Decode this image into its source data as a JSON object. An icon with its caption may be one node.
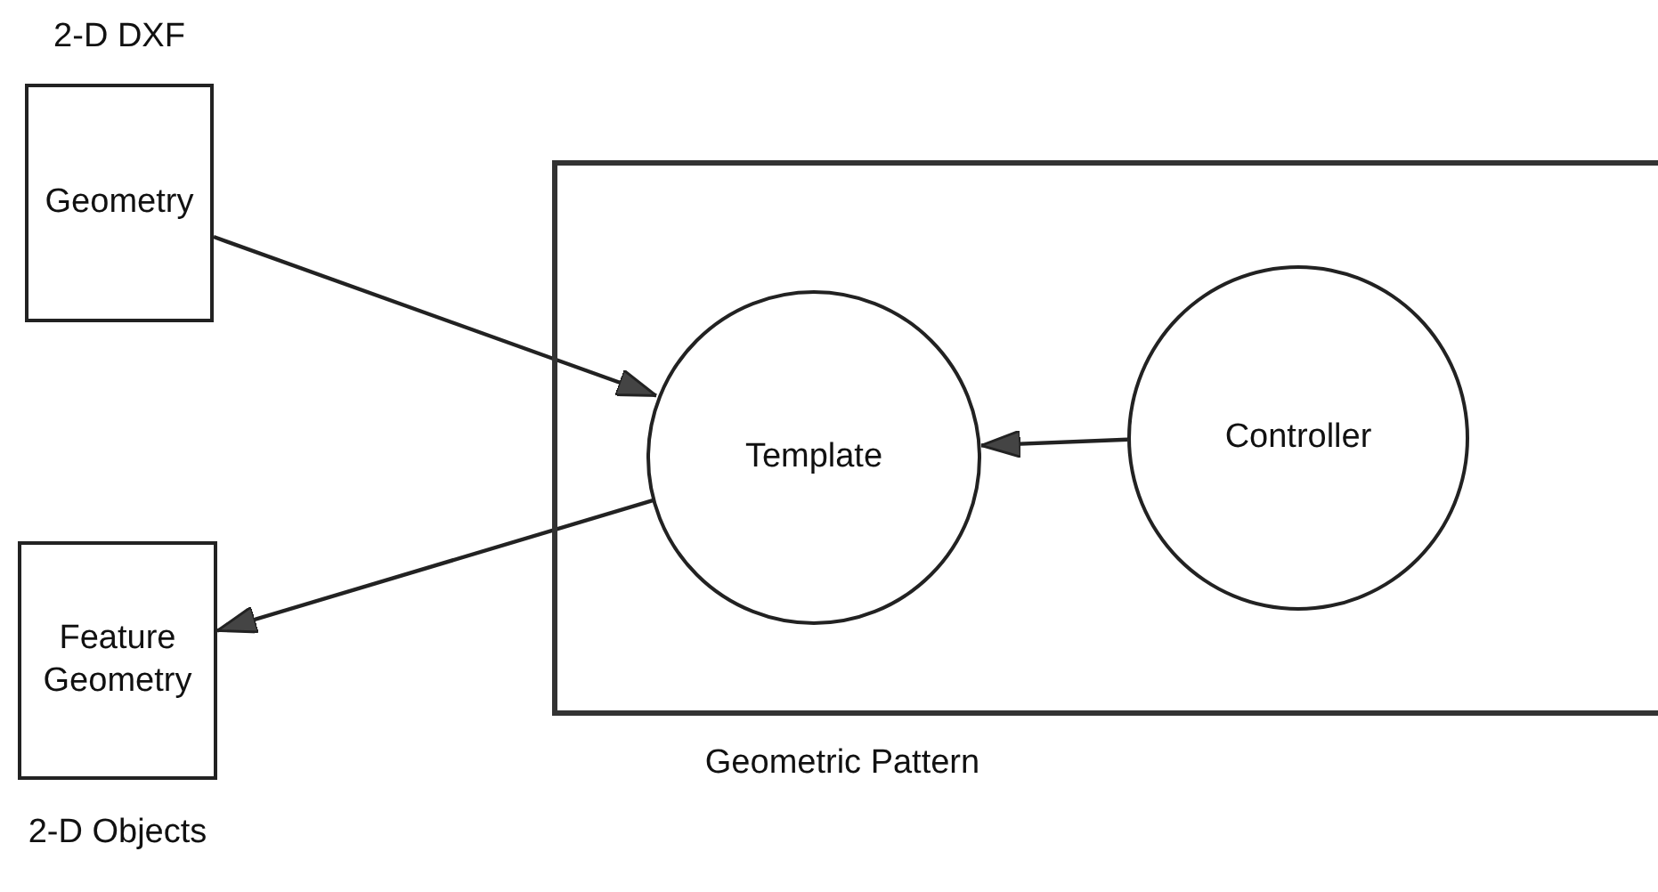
{
  "diagram": {
    "nodes": [
      {
        "text": [
          "2-D DXF",
          "Geometry"
        ]
      },
      {
        "text": [
          "Geometric Pattern"
        ]
      },
      {
        "text": [
          "Template"
        ],
        "in": 1
      },
      {
        "text": [
          "Controller"
        ],
        "in": 1
      },
      {
        "text": [
          "Feature Geometry",
          "2-D Objects"
        ]
      }
    ],
    "edges": [
      {
        "from": 0,
        "to": 2,
        "arrow": "to"
      },
      {
        "from": 3,
        "to": 2,
        "arrow": "to"
      },
      {
        "from": 2,
        "to": 4,
        "arrow": "to"
      }
    ]
  }
}
